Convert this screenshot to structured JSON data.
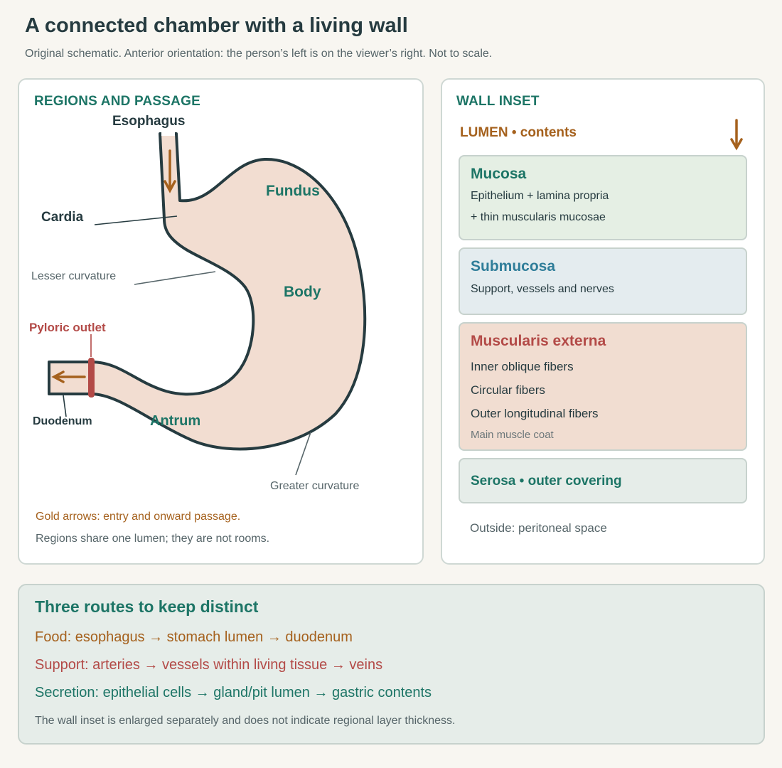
{
  "header": {
    "title": "A connected chamber with a living wall",
    "subtitle": "Original schematic. Anterior orientation: the person’s left is on the viewer’s right. Not to scale."
  },
  "regions_panel": {
    "heading": "REGIONS AND PASSAGE",
    "labels": {
      "esophagus": "Esophagus",
      "cardia": "Cardia",
      "fundus": "Fundus",
      "body": "Body",
      "lesser_curvature": "Lesser curvature",
      "pyloric_outlet": "Pyloric outlet",
      "duodenum": "Duodenum",
      "antrum": "Antrum",
      "greater_curvature": "Greater curvature"
    },
    "note_arrows": "Gold arrows: entry and onward passage.",
    "note_lumen": "Regions share one lumen; they are not rooms.",
    "colors": {
      "tissue_fill": "#f2ddd1",
      "outline": "#263b40",
      "arrow_gold": "#a5611d",
      "sphincter_red": "#b34a47"
    }
  },
  "wall_panel": {
    "heading": "WALL INSET",
    "lumen_label": "LUMEN • contents",
    "layers": {
      "mucosa": {
        "title": "Mucosa",
        "lines": [
          "Epithelium + lamina propria",
          "+ thin muscularis mucosae"
        ],
        "color": "#1d7566"
      },
      "submucosa": {
        "title": "Submucosa",
        "lines": [
          "Support, vessels and nerves"
        ],
        "color": "#2f7d99"
      },
      "muscularis": {
        "title": "Muscularis externa",
        "lines": [
          "Inner oblique fibers",
          "Circular fibers",
          "Outer longitudinal fibers"
        ],
        "note": "Main muscle coat",
        "color": "#b34a47"
      },
      "serosa": {
        "title": "Serosa • outer covering",
        "color": "#1d7566"
      }
    },
    "outside": "Outside: peritoneal space"
  },
  "routes": {
    "title": "Three routes to keep distinct",
    "food": "Food: esophagus → stomach lumen → duodenum",
    "support": "Support: arteries → vessels within living tissue → veins",
    "secretion": "Secretion: epithelial cells → gland/pit lumen → gastric contents",
    "note": "The wall inset is enlarged separately and does not indicate regional layer thickness."
  }
}
